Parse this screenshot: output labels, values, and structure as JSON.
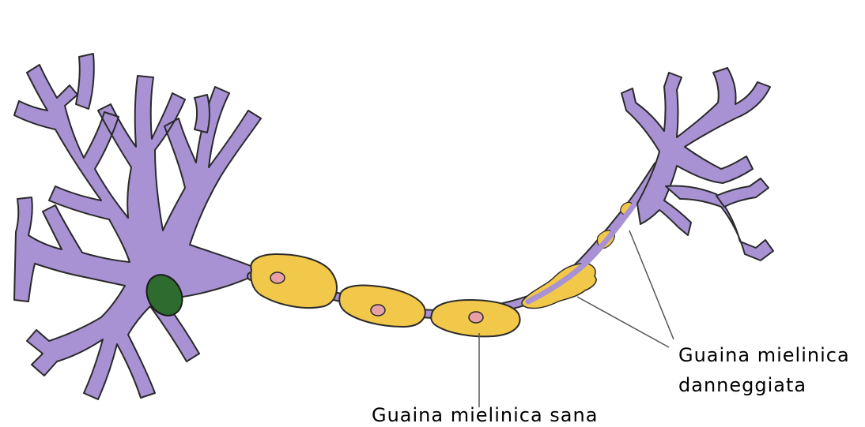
{
  "labels": {
    "healthy_sheath": "Guaina mielinica sana",
    "damaged_sheath_line1": "Guaina mielinica",
    "damaged_sheath_line2": "danneggiata"
  },
  "colors": {
    "neuron_body": "#a892d4",
    "nucleus": "#2e6b2e",
    "myelin": "#f2c84b",
    "schwann_nucleus": "#e6a0a6",
    "outline": "#2a2a2a",
    "leader_line": "#555555"
  }
}
